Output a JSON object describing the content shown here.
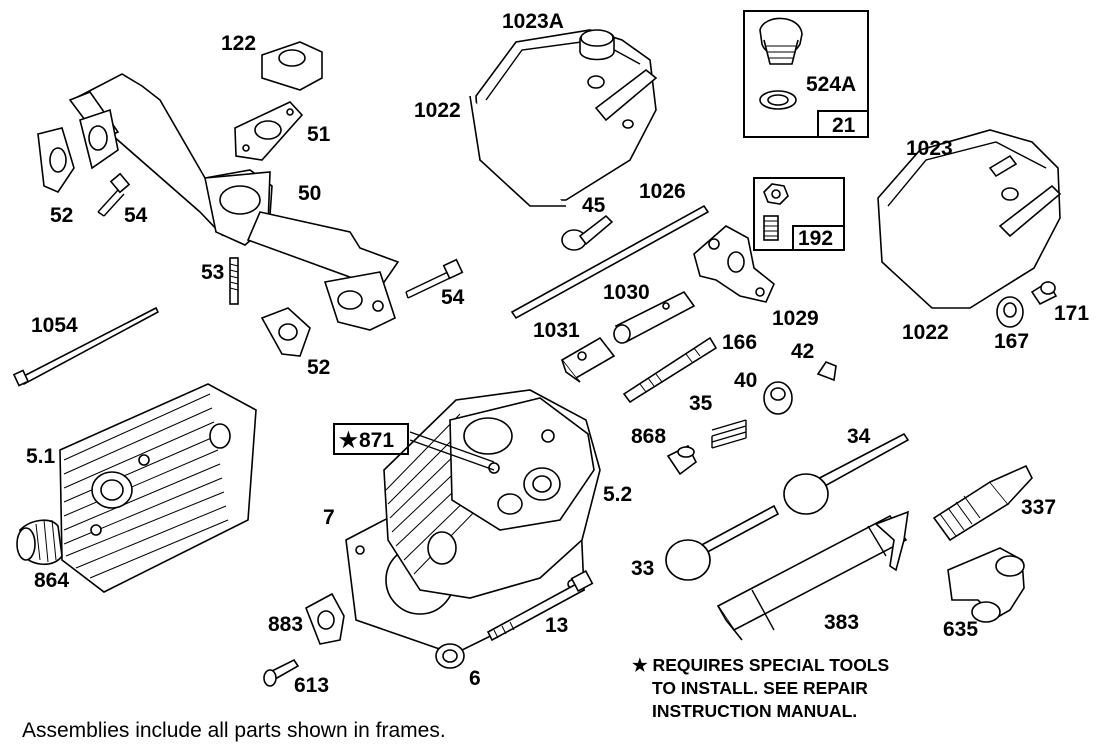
{
  "labels": {
    "p122": "122",
    "p1023A": "1023A",
    "p1022a": "1022",
    "p524A": "524A",
    "p21": "21",
    "p51": "51",
    "p50": "50",
    "p52a": "52",
    "p54a": "54",
    "p45": "45",
    "p1026": "1026",
    "p192": "192",
    "p1023": "1023",
    "p53": "53",
    "p54b": "54",
    "p1030": "1030",
    "p1029": "1029",
    "p1054": "1054",
    "p1031": "1031",
    "p166": "166",
    "p42": "42",
    "p1022b": "1022",
    "p167": "167",
    "p171": "171",
    "p52b": "52",
    "p40": "40",
    "p35": "35",
    "p868": "868",
    "p871": "871",
    "p5_1": "5.1",
    "p5_2": "5.2",
    "p34": "34",
    "p7": "7",
    "p337": "337",
    "p864": "864",
    "p33": "33",
    "p883": "883",
    "p13": "13",
    "p383": "383",
    "p635": "635",
    "p613": "613",
    "p6": "6"
  },
  "note": {
    "line1": "★ REQUIRES SPECIAL TOOLS",
    "line2": "TO INSTALL.  SEE REPAIR",
    "line3": "INSTRUCTION MANUAL."
  },
  "footer": "Assemblies include all parts shown in frames."
}
